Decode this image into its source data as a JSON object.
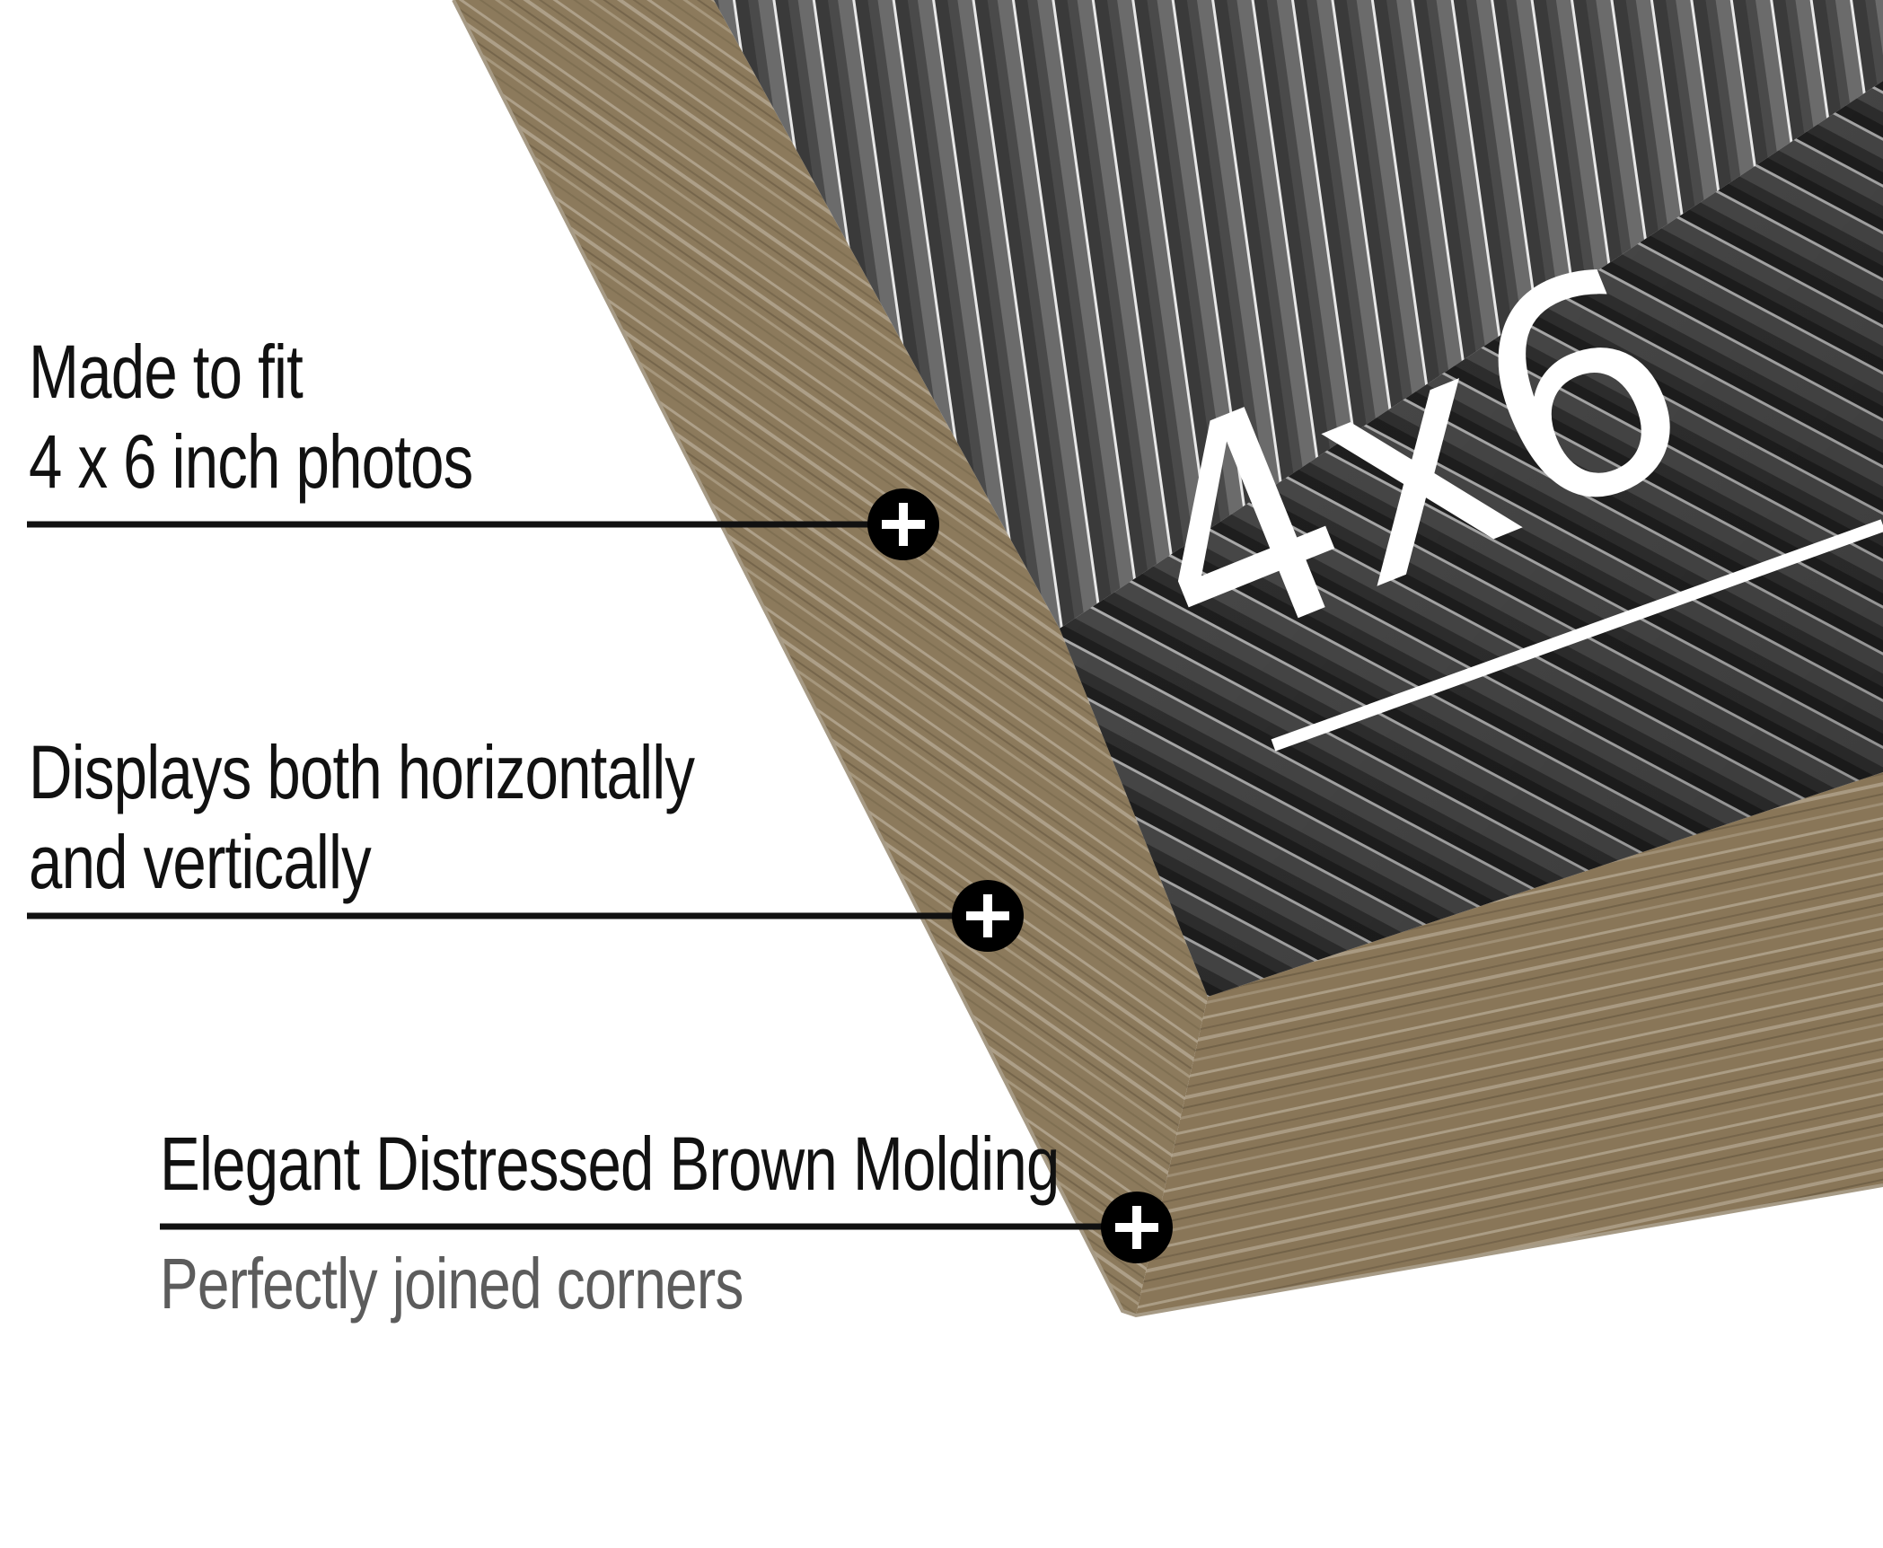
{
  "callouts": [
    {
      "lines": [
        "Made to fit",
        "4 x 6 inch photos"
      ]
    },
    {
      "lines": [
        "Displays both horizontally",
        "and vertically"
      ]
    },
    {
      "lines": [
        "Elegant Distressed Brown Molding"
      ],
      "sub": "Perfectly joined corners"
    }
  ],
  "photo": {
    "size_text": "4x6"
  },
  "colors": {
    "frame_wood": "#8c7a5c",
    "frame_edge": "#6d5e45",
    "frame_highlight": "#c9bfae",
    "mat_dark": "#3d3d3d",
    "line_color": "#111111",
    "marker_fill": "#000000",
    "text_muted": "#5c5c5c"
  },
  "icons": {
    "marker": "plus-icon"
  }
}
